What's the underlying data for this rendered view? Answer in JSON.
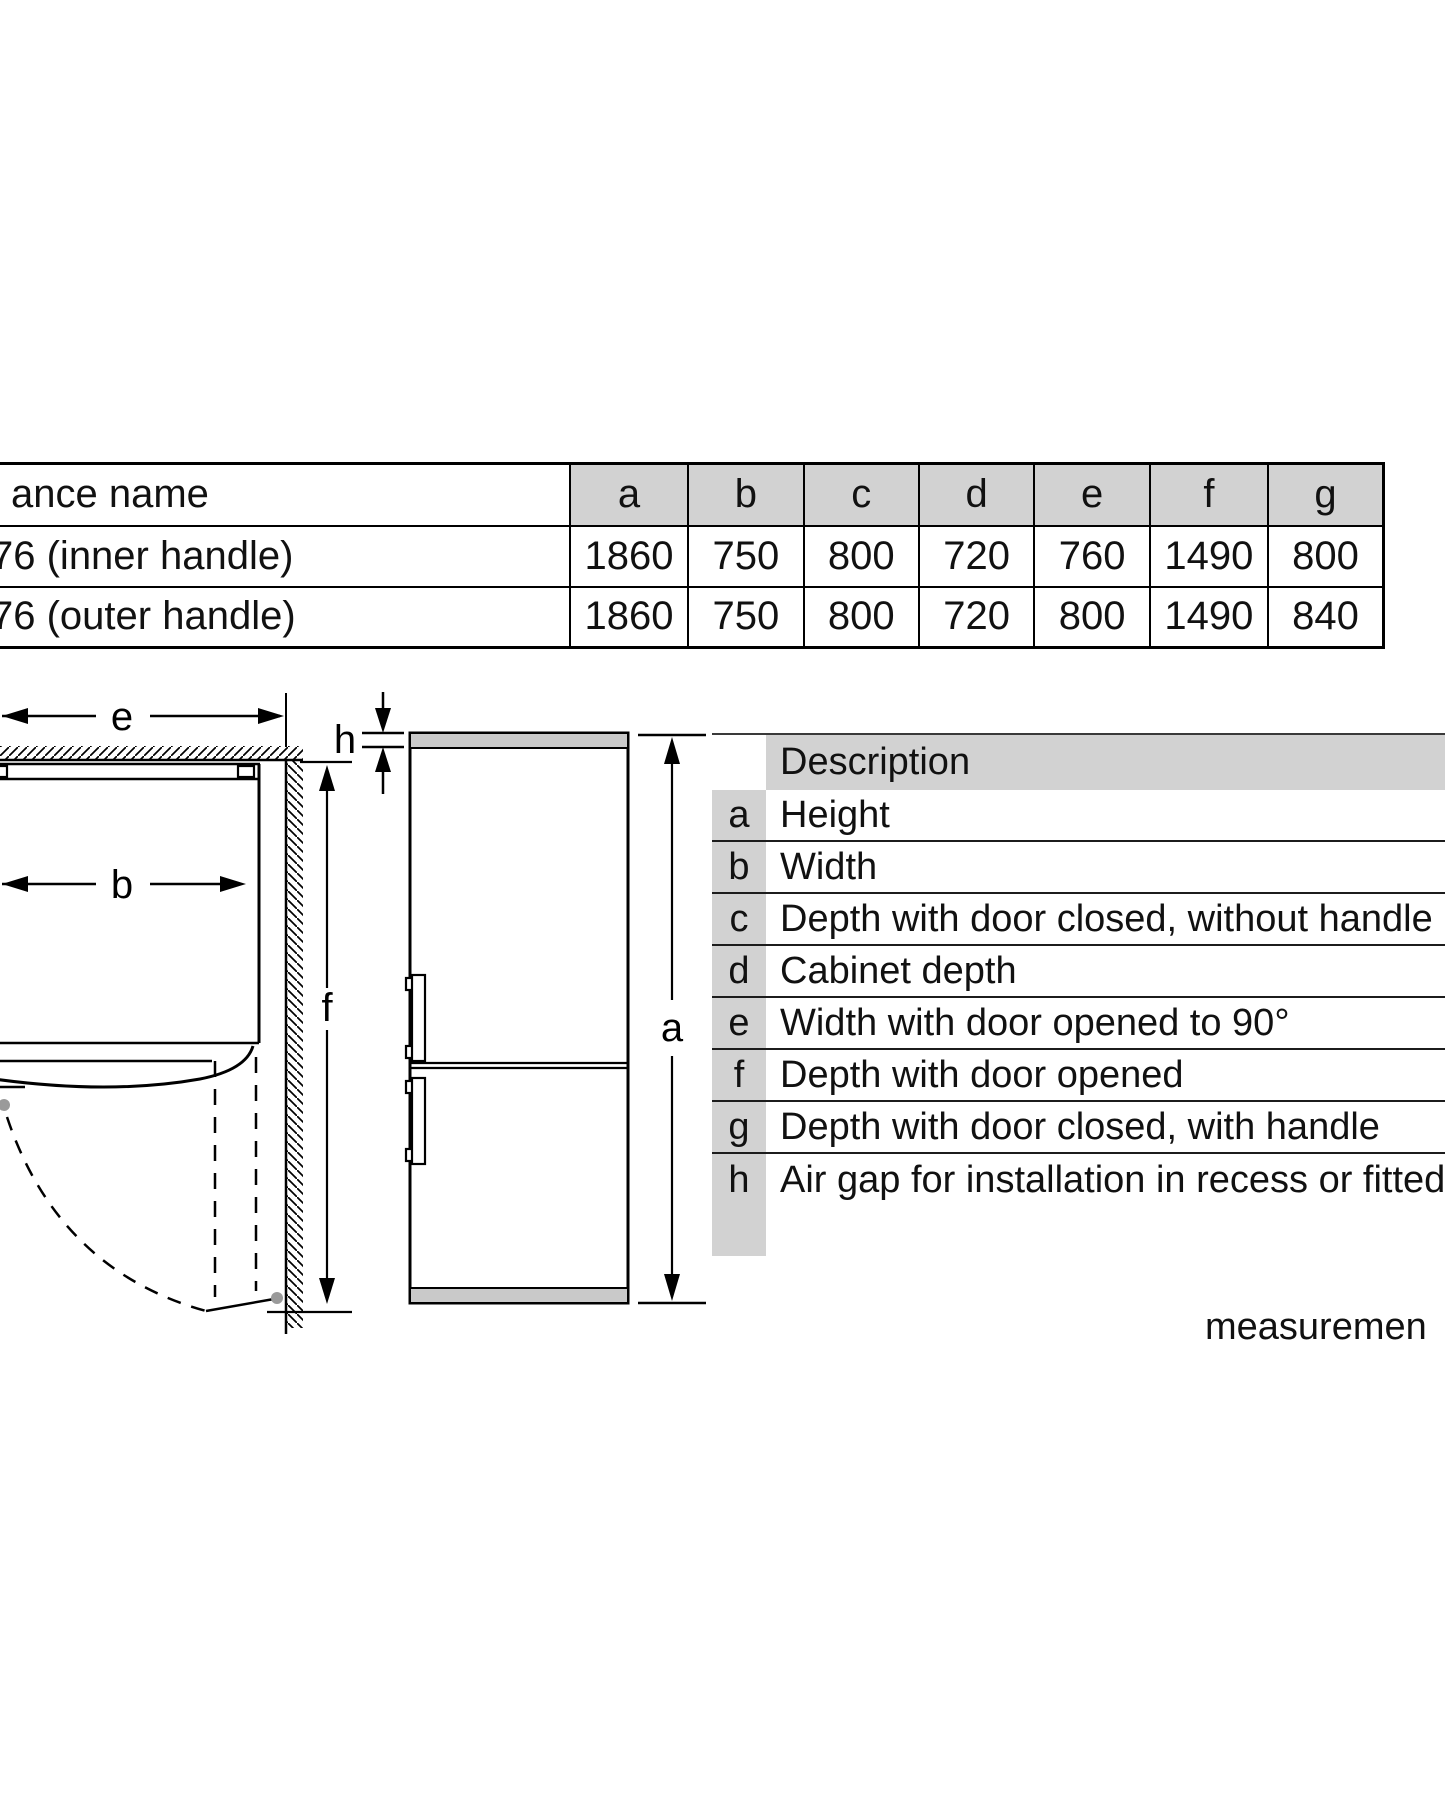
{
  "spec_table": {
    "name_header": "ance name",
    "dim_headers": [
      "a",
      "b",
      "c",
      "d",
      "e",
      "f",
      "g"
    ],
    "rows": [
      {
        "name": "76 (inner handle)",
        "values": [
          "1860",
          "750",
          "800",
          "720",
          "760",
          "1490",
          "800"
        ]
      },
      {
        "name": "76 (outer handle)",
        "values": [
          "1860",
          "750",
          "800",
          "720",
          "800",
          "1490",
          "840"
        ]
      }
    ]
  },
  "dimension_labels": {
    "e": "e",
    "h": "h",
    "b": "b",
    "f": "f",
    "a": "a"
  },
  "description_table": {
    "header": "Description",
    "rows": [
      {
        "letter": "a",
        "description": "Height"
      },
      {
        "letter": "b",
        "description": "Width"
      },
      {
        "letter": "c",
        "description": "Depth with door closed, without handle"
      },
      {
        "letter": "d",
        "description": "Cabinet depth"
      },
      {
        "letter": "e",
        "description": "Width with door opened to 90°"
      },
      {
        "letter": "f",
        "description": "Depth with door opened"
      },
      {
        "letter": "g",
        "description": "Depth with door closed, with handle"
      },
      {
        "letter": "h",
        "description": "Air gap for installation in recess or fitted"
      }
    ]
  },
  "footnote": "measuremen",
  "colors": {
    "table_header_bg": "#d2d2d2",
    "fridge_trim": "#c9c9c9",
    "line": "#000000"
  }
}
